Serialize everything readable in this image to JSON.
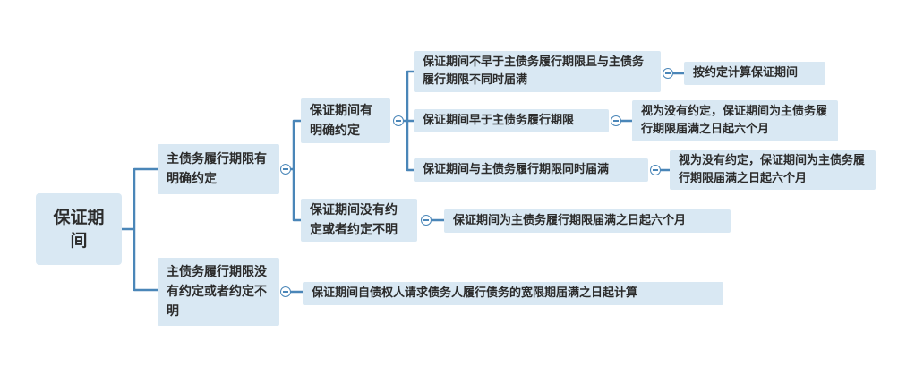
{
  "colors": {
    "line": "#4a86b8",
    "node_fill": "#d9e8f3",
    "text": "#2b2b2b"
  },
  "root": {
    "label": "保证期间"
  },
  "branches": {
    "agreed": {
      "label": "主债务履行期限有明确约定"
    },
    "not_agreed": {
      "label": "主债务履行期限没有约定或者约定不明"
    },
    "clear": {
      "label": "保证期间有明确约定"
    },
    "unclear": {
      "label": "保证期间没有约定或者约定不明"
    }
  },
  "cases": {
    "not_earlier": {
      "label": "保证期间不早于主债务履行期限且与主债务履行期限不同时届满"
    },
    "earlier": {
      "label": "保证期间早于主债务履行期限"
    },
    "same": {
      "label": "保证期间与主债务履行期限同时届满"
    }
  },
  "results": {
    "by_agreement": {
      "label": "按约定计算保证期间"
    },
    "earlier_result": {
      "label": "视为没有约定，保证期间为主债务履行期限届满之日起六个月"
    },
    "same_result": {
      "label": "视为没有约定，保证期间为主债务履行期限届满之日起六个月"
    },
    "unclear_result": {
      "label": "保证期间为主债务履行期限届满之日起六个月"
    },
    "not_agreed_result": {
      "label": "保证期间自债权人请求债务人履行债务的宽限期届满之日起计算"
    }
  }
}
